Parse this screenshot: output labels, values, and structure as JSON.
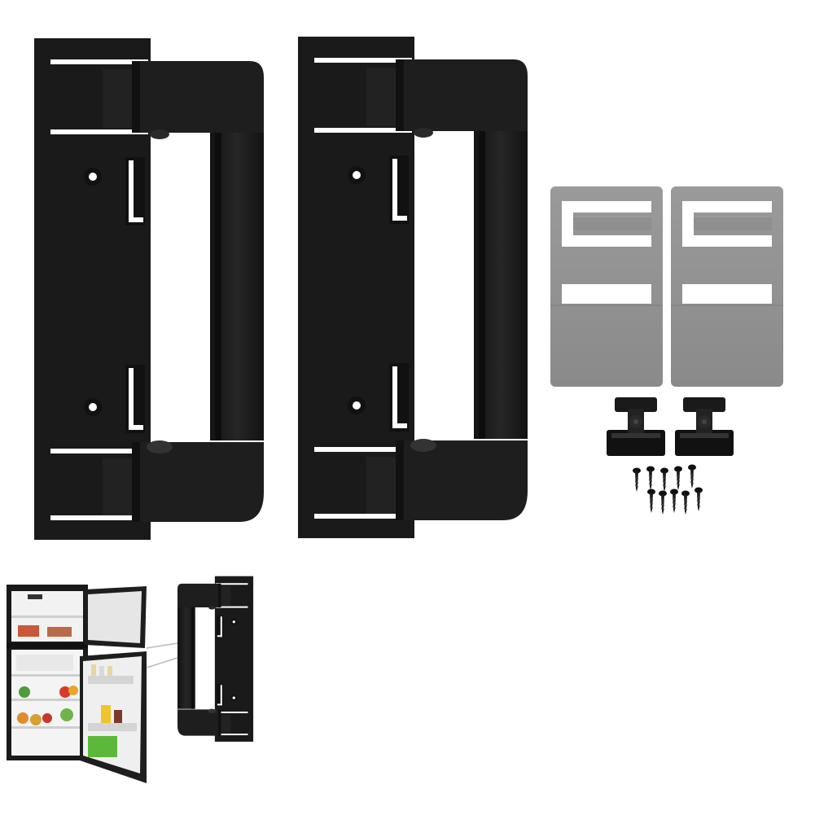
{
  "scene": {
    "background": "#ffffff",
    "colors": {
      "handle": "#1c1c1c",
      "handle_shade": "#0f0f0f",
      "handle_highlight": "#2e2e2e",
      "plate": "#8f8f8f",
      "plate_light": "#a3a3a3",
      "slot": "#ffffff",
      "fridge_body": "#1a1a1a",
      "fridge_interior": "#f4f4f4"
    },
    "parts": {
      "handles": 2,
      "metal_plates": 2,
      "clips": 2,
      "screws": 10
    }
  }
}
